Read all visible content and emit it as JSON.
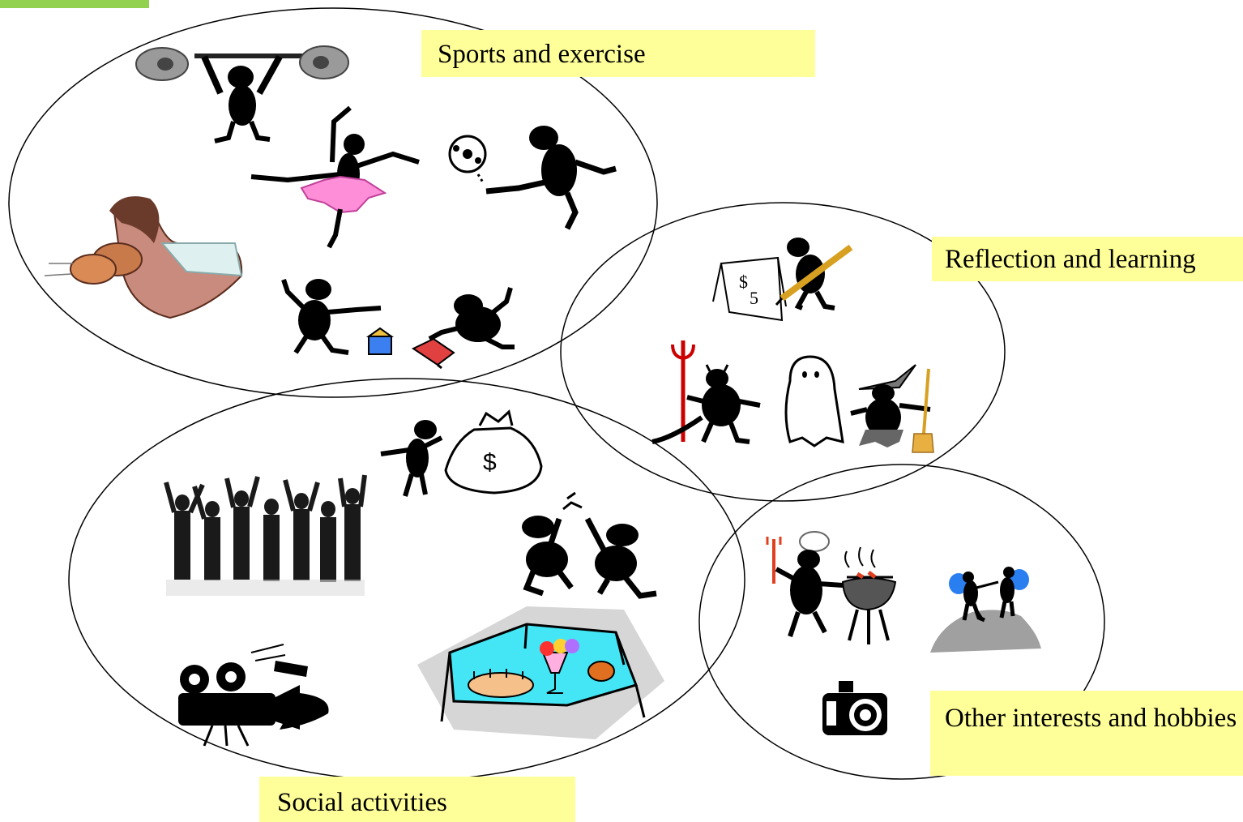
{
  "colors": {
    "accent": "#92d050",
    "label_background": "#ffff99",
    "circle_stroke": "#000000"
  },
  "groups": [
    {
      "label": "Sports and exercise",
      "icons": [
        "weightlifter-icon",
        "ballerina-icon",
        "soccer-player-icon",
        "boxer-icon",
        "dreidel-players-icon"
      ]
    },
    {
      "label": "Reflection and learning",
      "icons": [
        "writer-easel-icon",
        "devil-costume-icon",
        "ghost-costume-icon",
        "witch-costume-icon"
      ]
    },
    {
      "label": "Social activities",
      "icons": [
        "money-bag-icon",
        "dancing-crowd-icon",
        "high-five-icon",
        "movie-camera-icon",
        "dessert-table-icon"
      ]
    },
    {
      "label": "Other interests and hobbies",
      "icons": [
        "barbecue-chef-icon",
        "hikers-icon",
        "photo-camera-icon"
      ]
    }
  ]
}
